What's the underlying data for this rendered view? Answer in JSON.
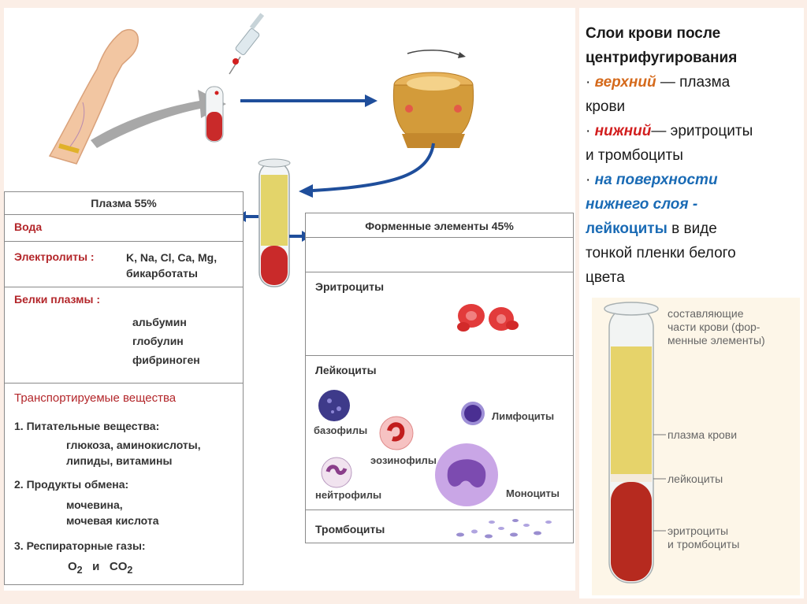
{
  "caption": {
    "title_line1": "Слои крови после",
    "title_line2": "центрифугирования",
    "bullet": "·",
    "upper_key": "верхний",
    "upper_rest": " — плазма",
    "upper_line2": "крови",
    "lower_key": "нижний",
    "lower_rest": "— эритроциты",
    "lower_line2": "и тромбоциты",
    "surface_line1": "на поверхности",
    "surface_line2": "нижнего слоя -",
    "leuko_key": "лейкоциты",
    "leuko_rest": " в виде",
    "leuko_line2": "тонкой пленки белого",
    "leuko_line3": "цвета"
  },
  "plasma_table": {
    "header": "Плазма  55%",
    "water": "Вода",
    "electrolytes_label": "Электролиты :",
    "electrolytes_line1": "K, Na, Cl, Ca, Mg,",
    "electrolytes_line2": "бикарботаты",
    "proteins_label": "Белки плазмы :",
    "proteins": [
      "альбумин",
      "глобулин",
      "фибриноген"
    ],
    "transport_label": "Транспортируемые вещества",
    "item1_label": "1.  Питательные вещества:",
    "item1_line1": "глюкоза, аминокислоты,",
    "item1_line2": "липиды, витамины",
    "item2_label": "2.  Продукты обмена:",
    "item2_line1": "мочевина,",
    "item2_line2": "мочевая кислота",
    "item3_label": "3.  Респираторные газы:",
    "gas1_base": "O",
    "gas1_sub": "2",
    "gas_and": "и",
    "gas2_base": "CO",
    "gas2_sub": "2"
  },
  "formed_table": {
    "header": "Форменные элементы  45%",
    "erythrocytes": "Эритроциты",
    "leukocytes": "Лейкоциты",
    "basophils": "базофилы",
    "eosinophils": "эозинофилы",
    "neutrophils": "нейтрофилы",
    "lymphocytes": "Лимфоциты",
    "monocytes": "Моноциты",
    "platelets": "Тромбоциты"
  },
  "tube_labels": {
    "components_line1": "составляющие",
    "components_line2": "части крови (фор-",
    "components_line3": "менные элементы)",
    "plasma": "плазма крови",
    "leukocytes": "лейкоциты",
    "ery_line1": "эритроциты",
    "ery_line2": "и тромбоциты"
  },
  "colors": {
    "arrow_blue": "#1f4e9b",
    "label_red": "#b3262a",
    "plasma_yellow": "#e3d46a",
    "blood_red": "#c92a2a",
    "upper_orange": "#d56a1c",
    "lower_red": "#d21f1f",
    "surface_blue": "#1a6bb5"
  }
}
